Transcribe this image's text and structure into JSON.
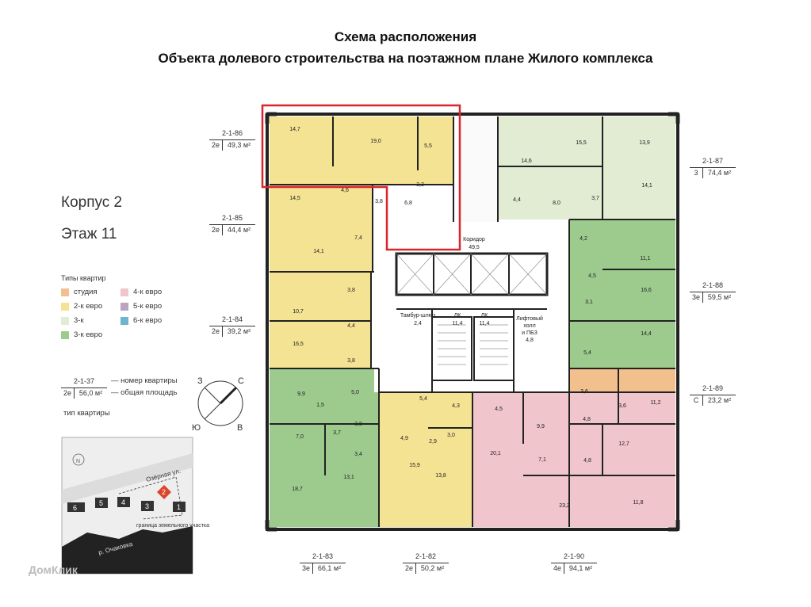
{
  "header": {
    "title_line1": "Схема расположения",
    "title_line2": "Объекта долевого строительства на поэтажном плане Жилого комплекса"
  },
  "building": {
    "label": "Корпус 2",
    "floor": "Этаж 11"
  },
  "legend": {
    "title": "Типы квартир",
    "items": [
      {
        "label": "студия",
        "color": "#f2c08d"
      },
      {
        "label": "2-к евро",
        "color": "#f5e394"
      },
      {
        "label": "3-к",
        "color": "#e1ecd3"
      },
      {
        "label": "3-к евро",
        "color": "#9dcb8e"
      },
      {
        "label": "4-к евро",
        "color": "#f1c5cc"
      },
      {
        "label": "5-к евро",
        "color": "#bba4bf"
      },
      {
        "label": "6-к евро",
        "color": "#6fb3d1"
      }
    ]
  },
  "example": {
    "number": "2-1-37",
    "type": "2е",
    "area": "56,0 м²",
    "number_label": "номер квартиры",
    "area_label": "общая площадь",
    "type_label": "тип квартиры"
  },
  "compass": {
    "n": "С",
    "w": "З",
    "s": "Ю",
    "e": "В"
  },
  "apartments": [
    {
      "number": "2-1-86",
      "type": "2е",
      "area": "49,3 м²"
    },
    {
      "number": "2-1-85",
      "type": "2е",
      "area": "44,4 м²"
    },
    {
      "number": "2-1-84",
      "type": "2е",
      "area": "39,2 м²"
    },
    {
      "number": "2-1-87",
      "type": "3",
      "area": "74,4 м²"
    },
    {
      "number": "2-1-88",
      "type": "3е",
      "area": "59,5 м²"
    },
    {
      "number": "2-1-89",
      "type": "С",
      "area": "23,2 м²"
    },
    {
      "number": "2-1-83",
      "type": "3е",
      "area": "66,1 м²"
    },
    {
      "number": "2-1-82",
      "type": "2е",
      "area": "50,2 м²"
    },
    {
      "number": "2-1-90",
      "type": "4е",
      "area": "94,1 м²"
    }
  ],
  "rooms": {
    "a86": [
      "14,7",
      "19,0",
      "5,5",
      "3,3",
      "4,6"
    ],
    "a85": [
      "14,5",
      "14,1",
      "7,4",
      "3,8",
      "6,8"
    ],
    "a84": [
      "10,7",
      "16,5",
      "3,8",
      "4,4",
      "3,8"
    ],
    "a87": [
      "14,6",
      "15,5",
      "13,9",
      "14,1",
      "3,7",
      "8,0",
      "4,4"
    ],
    "a88": [
      "4,2",
      "11,1",
      "4,5",
      "16,6",
      "3,1",
      "14,4",
      "5,4"
    ],
    "a89": [
      "3,6",
      "3,6",
      "4,8",
      "11,2"
    ],
    "a83": [
      "9,9",
      "5,0",
      "1,5",
      "7,0",
      "3,7",
      "3,8",
      "3,4",
      "18,7",
      "13,1"
    ],
    "a82": [
      "5,4",
      "4,3",
      "4,9",
      "2,9",
      "3,0",
      "15,9",
      "13,8"
    ],
    "a90": [
      "4,5",
      "9,9",
      "20,1",
      "7,1",
      "4,8",
      "12,7",
      "23,2",
      "11,8"
    ],
    "core": [
      "Коридор",
      "49,5",
      "Тамбур-шлюз",
      "2,4",
      "ЛК",
      "11,4",
      "ЛК",
      "11,4",
      "Лифтовый",
      "холл",
      "и ПБЗ",
      "4,8"
    ]
  },
  "site_map": {
    "street": "Озёрная ул.",
    "river": "р. Очаковка",
    "boundary": "граница земельного участка",
    "buildings": [
      "6",
      "5",
      "4",
      "3",
      "2",
      "1"
    ]
  },
  "watermark": "ДомКлик"
}
